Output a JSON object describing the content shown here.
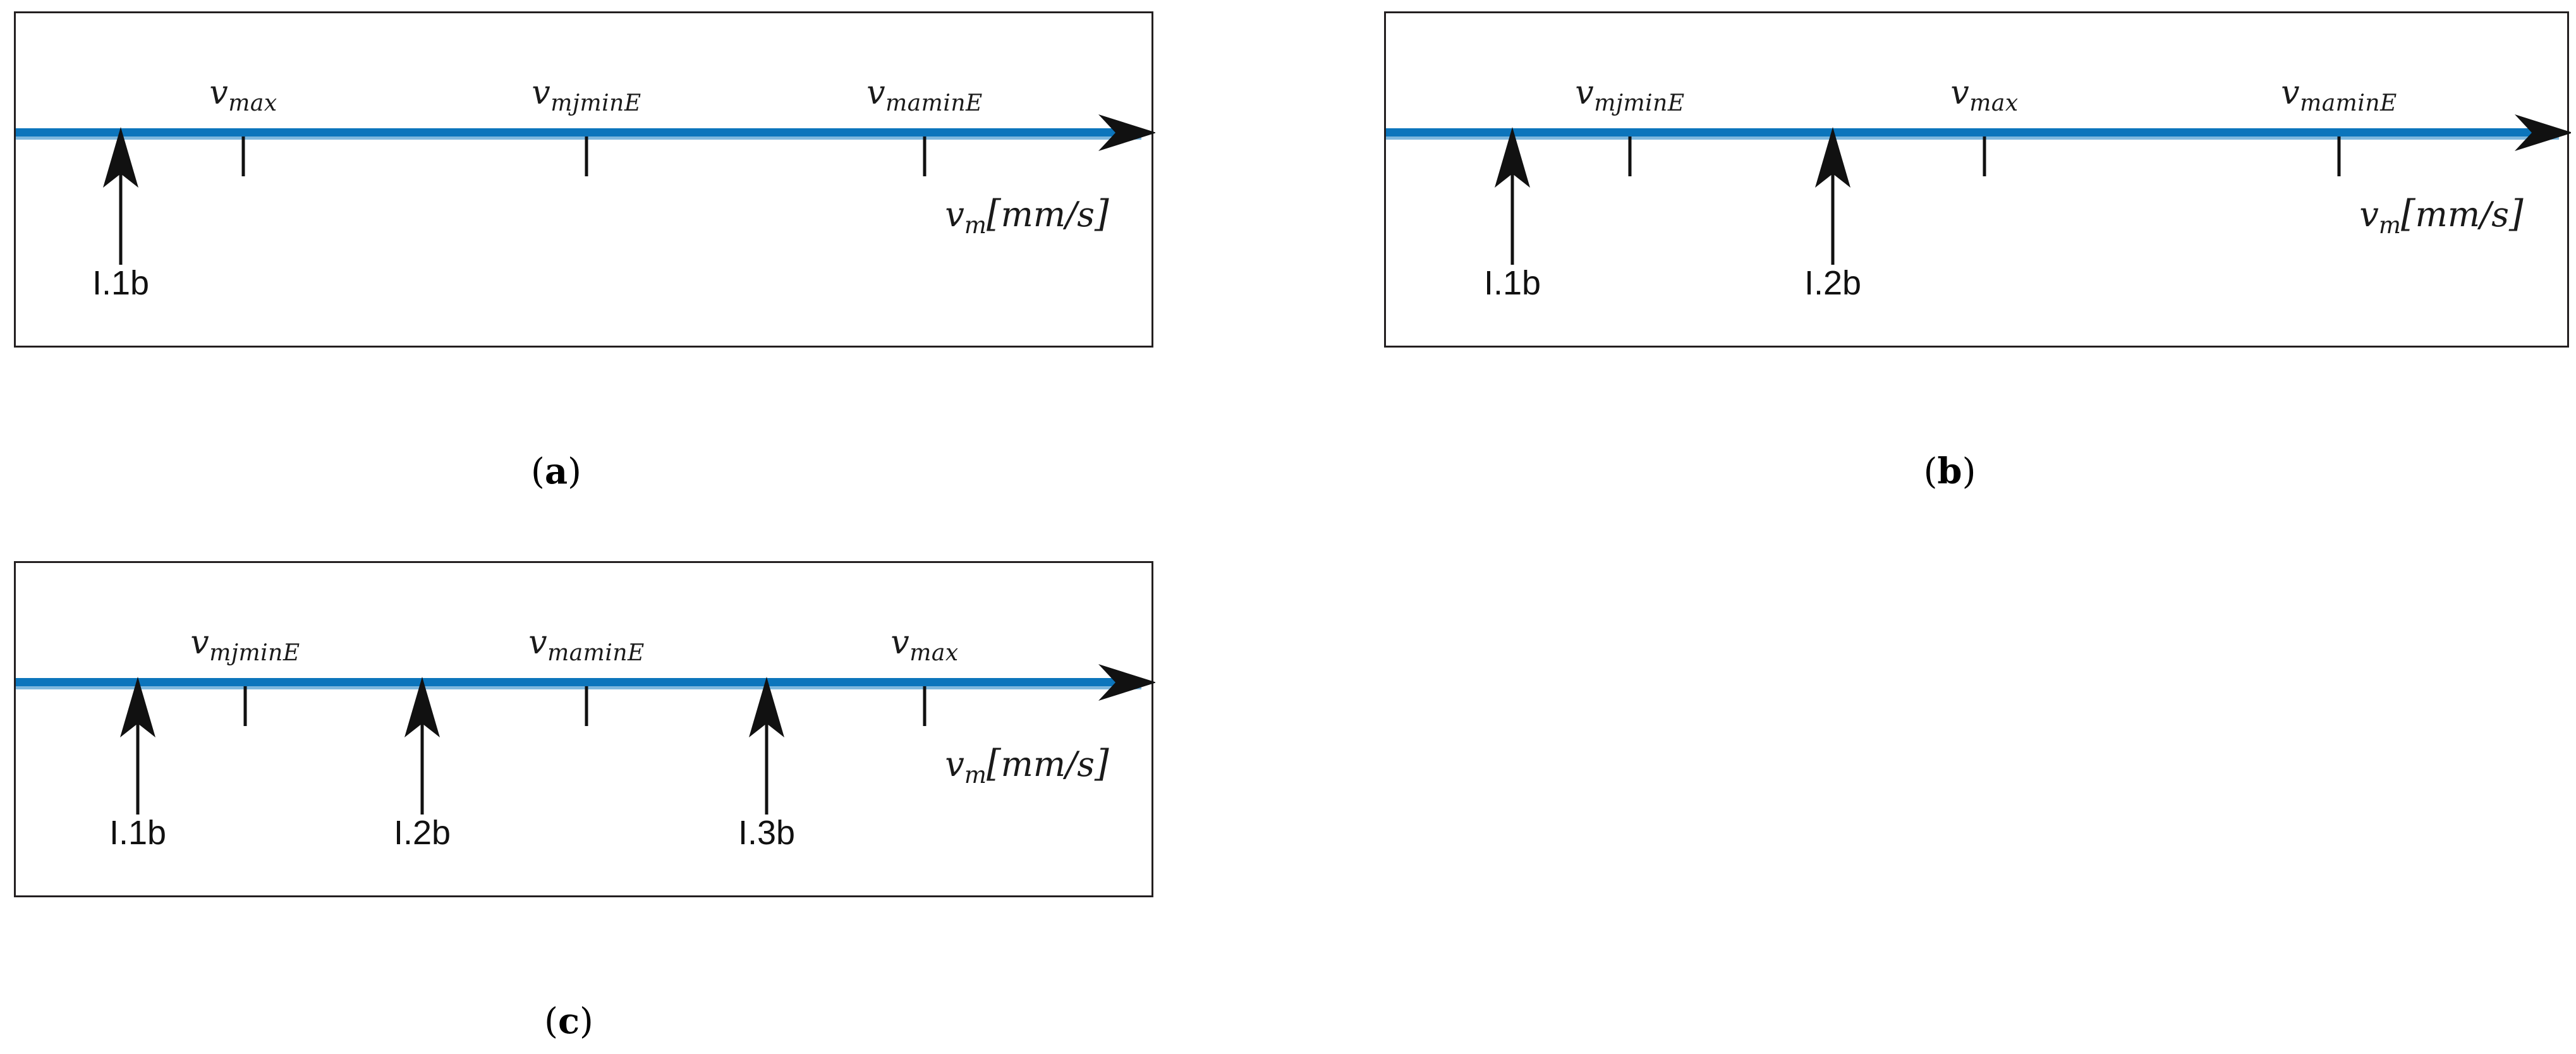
{
  "figure": {
    "type": "number-line-diagram",
    "description": "Three velocity number lines showing different orderings of characteristic speeds",
    "axis_color": "#0c75bc",
    "box_color": "#231f20",
    "tick_color": "#111111",
    "arrow_color": "#111111",
    "background": "#ffffff"
  },
  "axis_unit_label": {
    "variable": "v",
    "subscript": "m",
    "bracket_open": "[",
    "unit": "mm/s",
    "bracket_close": "]",
    "full": "v_m[mm/s]"
  },
  "panels": [
    {
      "id": "a",
      "caption": "(a)",
      "caption_letter": "a",
      "tick_labels": [
        {
          "variable": "v",
          "subscript": "max",
          "full": "v_max",
          "x_pct": 20.0
        },
        {
          "variable": "v",
          "subscript": "mjminE",
          "full": "v_mjminE",
          "x_pct": 50.2
        },
        {
          "variable": "v",
          "subscript": "maminE",
          "full": "v_maminE",
          "x_pct": 79.9
        }
      ],
      "markers": [
        {
          "label": "I.1b",
          "x_pct": 9.2
        }
      ]
    },
    {
      "id": "b",
      "caption": "(b)",
      "caption_letter": "b",
      "tick_labels": [
        {
          "variable": "v",
          "subscript": "mjminE",
          "full": "v_mjminE",
          "x_pct": 20.6
        },
        {
          "variable": "v",
          "subscript": "max",
          "full": "v_max",
          "x_pct": 50.5
        },
        {
          "variable": "v",
          "subscript": "maminE",
          "full": "v_maminE",
          "x_pct": 80.4
        }
      ],
      "markers": [
        {
          "label": "I.1b",
          "x_pct": 10.7
        },
        {
          "label": "I.2b",
          "x_pct": 37.7
        }
      ]
    },
    {
      "id": "c",
      "caption": "(c)",
      "caption_letter": "c",
      "tick_labels": [
        {
          "variable": "v",
          "subscript": "mjminE",
          "full": "v_mjminE",
          "x_pct": 20.2
        },
        {
          "variable": "v",
          "subscript": "maminE",
          "full": "v_maminE",
          "x_pct": 50.2
        },
        {
          "variable": "v",
          "subscript": "max",
          "full": "v_max",
          "x_pct": 79.9
        }
      ],
      "markers": [
        {
          "label": "I.1b",
          "x_pct": 10.7
        },
        {
          "label": "I.2b",
          "x_pct": 35.7
        },
        {
          "label": "I.3b",
          "x_pct": 66.0
        }
      ]
    }
  ]
}
